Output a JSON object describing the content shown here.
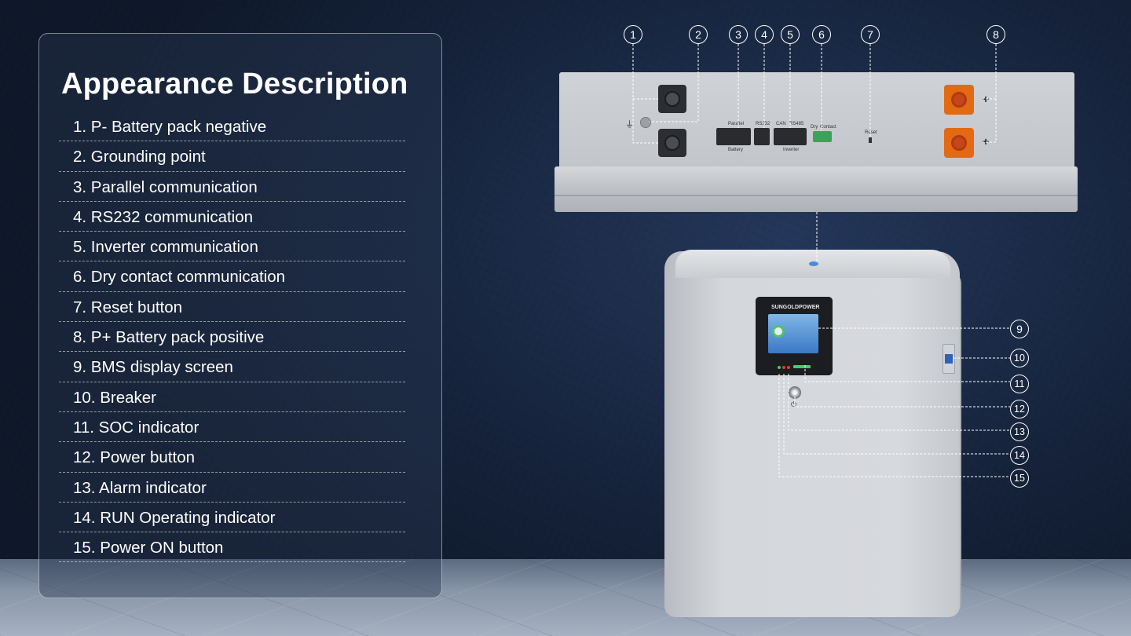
{
  "panel": {
    "title": "Appearance Description",
    "items": [
      "1. P- Battery pack negative",
      "2. Grounding point",
      "3. Parallel communication",
      "4. RS232 communication",
      "5. Inverter communication",
      "6. Dry contact communication",
      "7. Reset button",
      "8. P+ Battery pack positive",
      "9. BMS display screen",
      "10. Breaker",
      "11. SOC indicator",
      "12. Power button",
      "13. Alarm indicator",
      "14. RUN Operating indicator",
      "15. Power ON button"
    ]
  },
  "callouts": {
    "c1": "1",
    "c2": "2",
    "c3": "3",
    "c4": "4",
    "c5": "5",
    "c6": "6",
    "c7": "7",
    "c8": "8",
    "c9": "9",
    "c10": "10",
    "c11": "11",
    "c12": "12",
    "c13": "13",
    "c14": "14",
    "c15": "15"
  },
  "device_labels": {
    "parallel": "Parallel",
    "battery": "Battery",
    "rs232": "RS232",
    "can": "CAN",
    "rs485": "RS485",
    "inverter": "Inverter",
    "dry": "Dry",
    "contact": "Contact",
    "reset": "Reset",
    "plus": "+",
    "brand": "SUNGOLDPOWER"
  },
  "colors": {
    "positive_terminal": "#e36a12",
    "screen": "#3b78c6",
    "soc_indicator": "#39d36a",
    "panel_text": "#ffffff"
  }
}
